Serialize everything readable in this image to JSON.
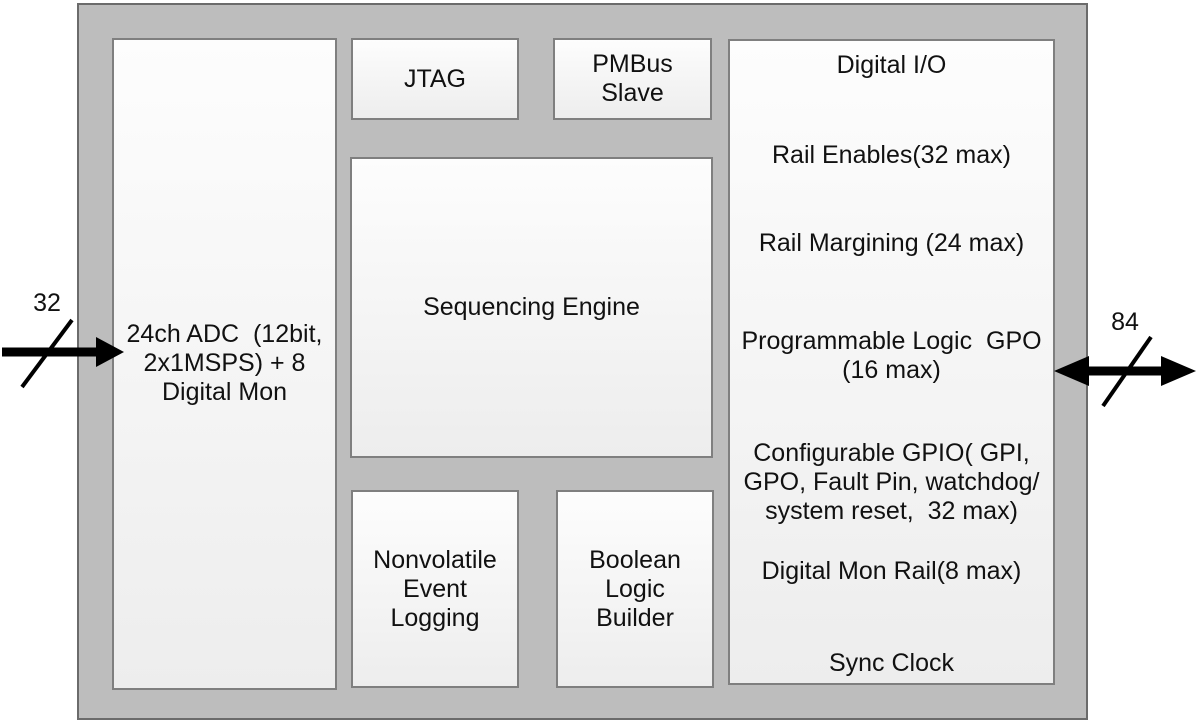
{
  "diagram_type": "chip-block-diagram",
  "blocks": {
    "adc": {
      "label": "24ch ADC  (12bit,\n2x1MSPS) + 8\nDigital Mon"
    },
    "jtag": {
      "label": "JTAG"
    },
    "pmbus_slave": {
      "label": "PMBus\nSlave"
    },
    "sequencing_engine": {
      "label": "Sequencing Engine"
    },
    "nonvolatile_event_logging": {
      "label": "Nonvolatile\nEvent\nLogging"
    },
    "boolean_logic_builder": {
      "label": "Boolean\nLogic\nBuilder"
    },
    "digital_io": {
      "title": "Digital I/O",
      "rows": [
        "Rail Enables(32 max)",
        "Rail Margining (24 max)",
        "Programmable Logic  GPO\n(16 max)",
        "Configurable GPIO( GPI,\nGPO, Fault Pin, watchdog/\nsystem reset,  32 max)",
        "Digital Mon Rail(8 max)",
        "Sync Clock"
      ]
    }
  },
  "buses": {
    "analog_input": {
      "width_label": "32",
      "direction": "in"
    },
    "digital_io_bus": {
      "width_label": "84",
      "direction": "bidirectional"
    }
  },
  "colors": {
    "chip_fill": "#bdbdbd",
    "chip_border": "#6b6b6b",
    "block_border": "#7f7f7f",
    "block_fill_top": "#fdfdfd",
    "block_fill_bottom": "#ededed",
    "text": "#111111",
    "arrow": "#000000"
  }
}
